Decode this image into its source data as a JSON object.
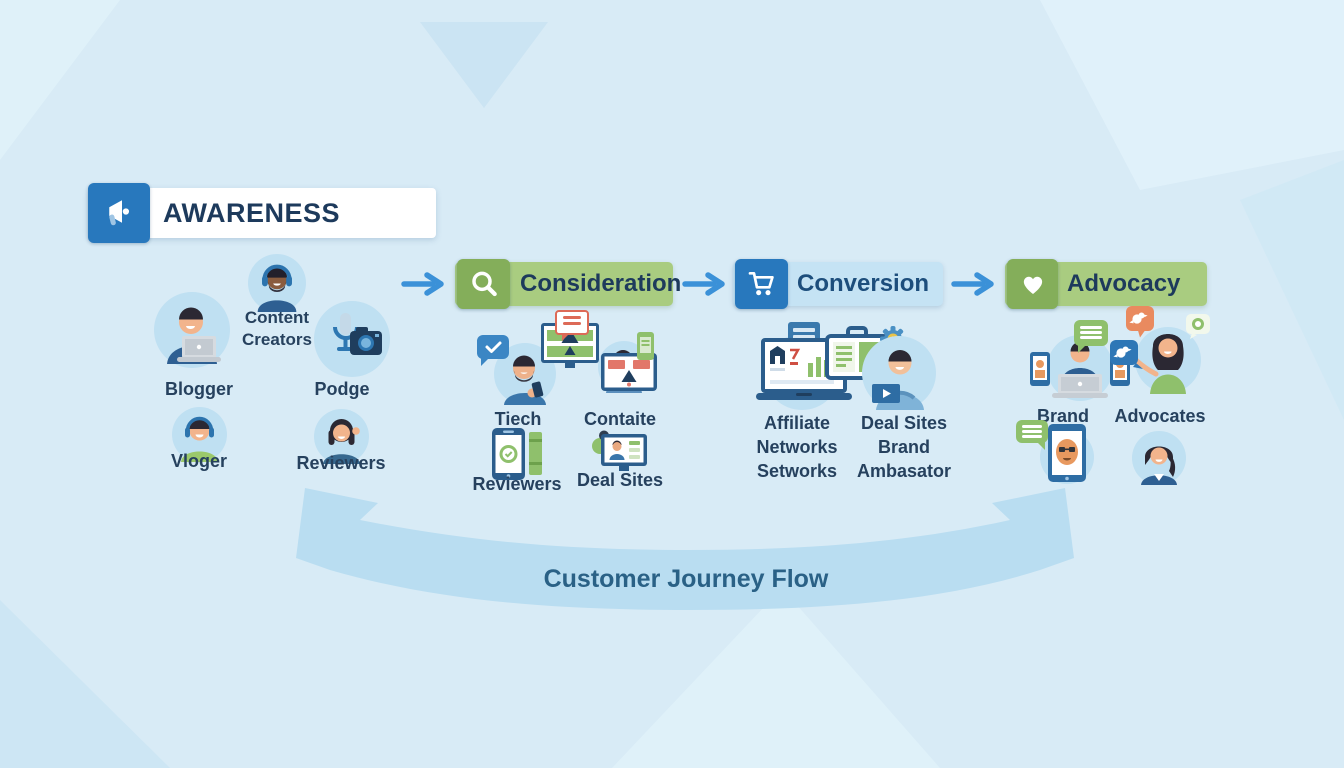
{
  "title": "Customer Journey Flow",
  "colors": {
    "background": "#d8ebf6",
    "primary_blue": "#2878bd",
    "light_blue_box": "#c5e3f4",
    "green_box": "#a9cc80",
    "dark_green_icon_box": "#84ae5a",
    "connector_arrow_blue": "#3b91d8",
    "flow_arrow_fill": "#b9ddf1",
    "heading_text": "#1d3a5c",
    "conversion_text": "#1d4e7c",
    "flow_text": "#2a6186"
  },
  "stages": [
    {
      "name": "awareness",
      "label": "AWARENESS",
      "icon": "megaphone-icon",
      "items": [
        {
          "name": "content-creators",
          "label": "Content\nCreators",
          "icon": "person-headphones-icon"
        },
        {
          "name": "blogger",
          "label": "Blogger",
          "icon": "person-laptop-icon"
        },
        {
          "name": "podcast",
          "label": "Podge",
          "icon": "microphone-camera-icon"
        },
        {
          "name": "vlogger",
          "label": "Vloger",
          "icon": "person-headset-icon"
        },
        {
          "name": "reviewers",
          "label": "Reviewers",
          "icon": "person-waving-icon"
        }
      ]
    },
    {
      "name": "consideration",
      "label": "Consideration",
      "icon": "search-icon",
      "items": [
        {
          "name": "tech",
          "label": "Tiech",
          "icon": "person-chat-icon"
        },
        {
          "name": "content",
          "label": "Contaite",
          "icon": "person-tablet-icon"
        },
        {
          "name": "reviewers",
          "label": "Reviewers",
          "icon": "phone-review-icon"
        },
        {
          "name": "deal-sites",
          "label": "Deal Sites",
          "icon": "screen-person-icon"
        }
      ]
    },
    {
      "name": "conversion",
      "label": "Conversion",
      "icon": "cart-icon",
      "items": [
        {
          "name": "affiliate-networks",
          "label": "Affiliate\nNetworks\nSetworks",
          "icon": "laptop-dashboard-icon"
        },
        {
          "name": "brand-ambassador",
          "label": "Deal Sites\nBrand\nAmbasator",
          "icon": "person-presenter-icon"
        }
      ]
    },
    {
      "name": "advocacy",
      "label": "Advocacy",
      "icon": "heart-icon",
      "items": [
        {
          "name": "brand",
          "label": "Brand",
          "icon": "person-devices-icon"
        },
        {
          "name": "advocates",
          "label": "Advocates",
          "icon": "woman-social-icon"
        }
      ]
    }
  ],
  "flow_arrow": {
    "label": "Customer Journey Flow",
    "icon": "double-curved-arrow-icon"
  },
  "connector_icon": "arrow-right-icon"
}
